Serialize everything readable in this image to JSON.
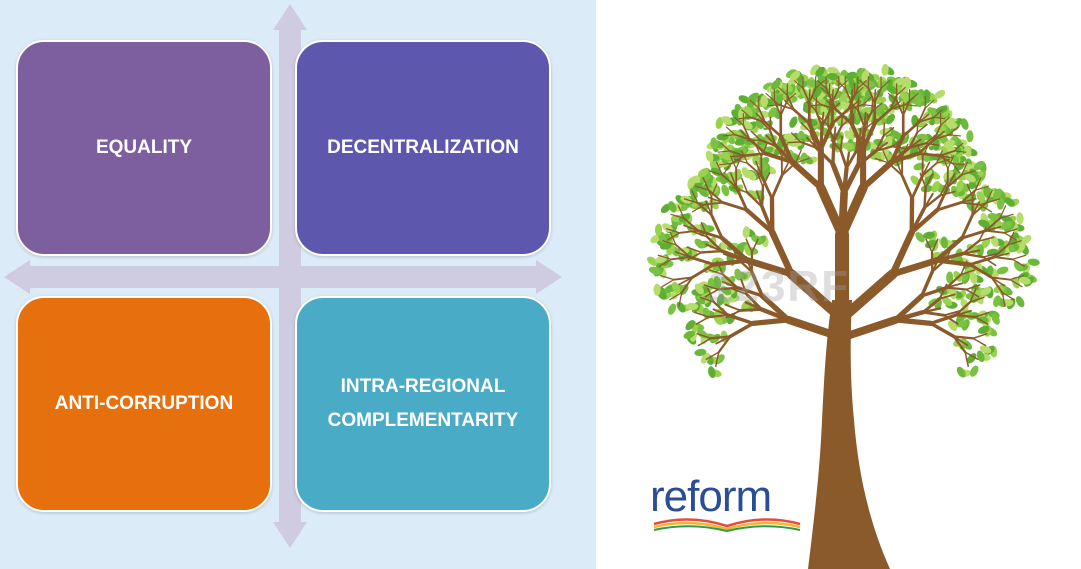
{
  "diagram": {
    "quadrants": [
      {
        "label": "EQUALITY",
        "color": "#7d5fa0"
      },
      {
        "label": "DECENTRALIZATION",
        "color": "#5d57ae"
      },
      {
        "label": "ANTI-CORRUPTION",
        "color": "#e6700d"
      },
      {
        "label_line1": "INTRA-REGIONAL",
        "label_line2": "COMPLEMENTARITY",
        "color": "#4aabc7"
      }
    ],
    "arrow_color": "#cfcbe0",
    "background": "#dcebf8"
  },
  "image": {
    "subject": "tree-illustration",
    "watermark": "123RF",
    "logo_text": "reform",
    "leaf_color": "#7cc242",
    "trunk_color": "#8b5a2b"
  }
}
